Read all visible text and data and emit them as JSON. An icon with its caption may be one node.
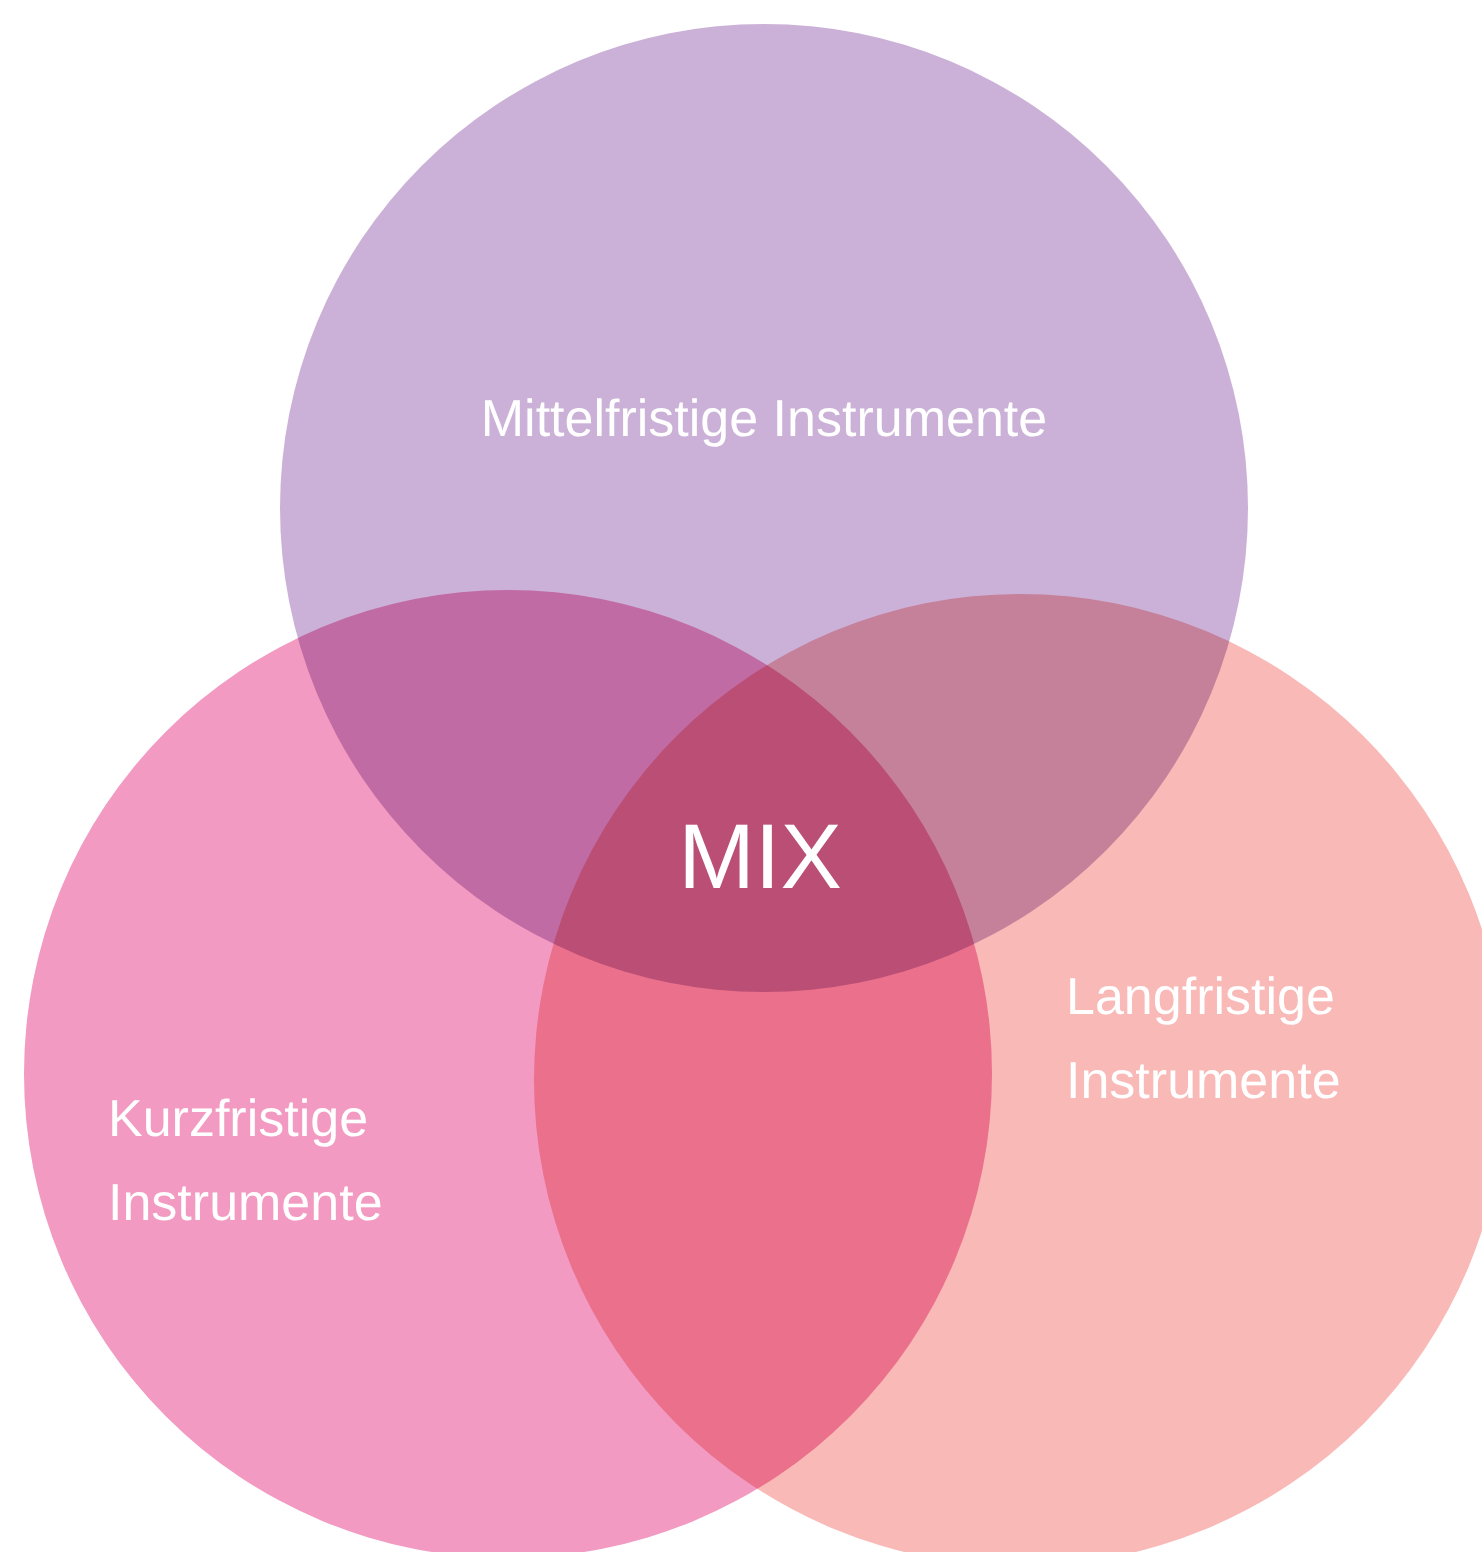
{
  "diagram": {
    "nodes": [
      {
        "text": [
          "Mittelfristige Instrumente"
        ]
      },
      {
        "text": [
          "Kurzfristige Instrumente"
        ]
      },
      {
        "text": [
          "Langfristige Instrumente"
        ]
      }
    ],
    "labels": [
      "MIX"
    ]
  }
}
